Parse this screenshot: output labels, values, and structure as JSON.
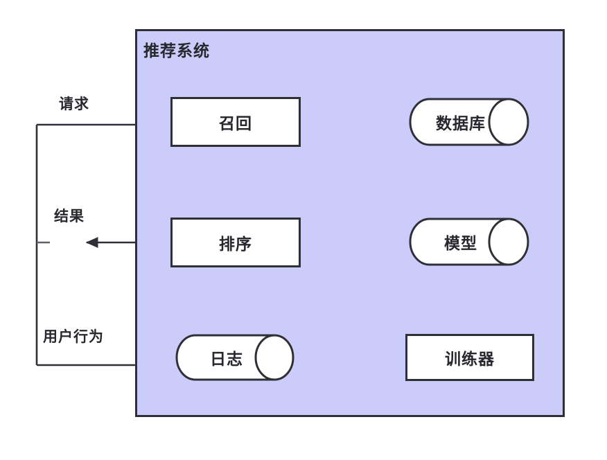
{
  "diagram": {
    "title": "推荐系统",
    "boundary_fill": "#ccccfa",
    "boundary_stroke": "#2f2f38",
    "node_fill": "#ffffff",
    "text_color": "#27272e",
    "nodes": [
      {
        "id": "recall",
        "label": "召回",
        "shape": "rectangle"
      },
      {
        "id": "rank",
        "label": "排序",
        "shape": "rectangle"
      },
      {
        "id": "trainer",
        "label": "训练器",
        "shape": "rectangle"
      },
      {
        "id": "db",
        "label": "数据库",
        "shape": "cylinder"
      },
      {
        "id": "model",
        "label": "模型",
        "shape": "cylinder"
      },
      {
        "id": "log",
        "label": "日志",
        "shape": "cylinder"
      }
    ],
    "edges": [
      {
        "id": "request",
        "label": "请求",
        "from": "external",
        "to": "recall"
      },
      {
        "id": "result",
        "label": "结果",
        "from": "rank",
        "to": "external"
      },
      {
        "id": "behavior",
        "label": "用户行为",
        "from": "external",
        "to": "log"
      },
      {
        "id": "db-recall",
        "label": "",
        "from": "db",
        "to": "recall"
      },
      {
        "id": "recall-rank",
        "label": "",
        "from": "recall",
        "to": "rank"
      },
      {
        "id": "model-rank",
        "label": "",
        "from": "model",
        "to": "rank"
      },
      {
        "id": "log-trainer",
        "label": "",
        "from": "log",
        "to": "trainer"
      },
      {
        "id": "trainer-model",
        "label": "",
        "from": "trainer",
        "to": "model"
      }
    ]
  }
}
